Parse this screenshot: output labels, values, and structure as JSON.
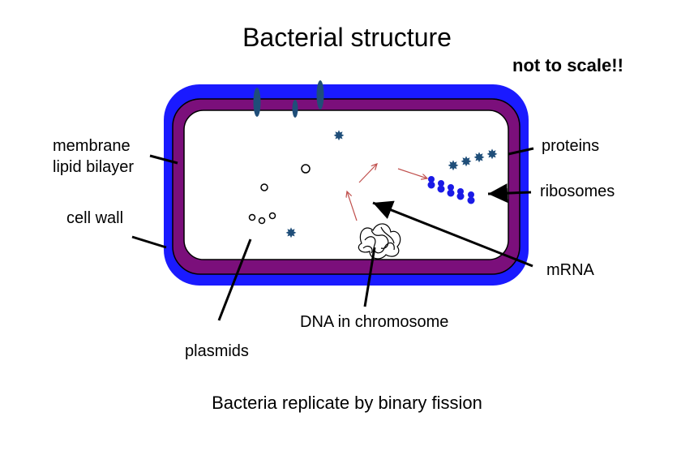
{
  "title": "Bacterial structure",
  "note": "not to scale!!",
  "labels": {
    "membrane_line1": "membrane",
    "membrane_line2": "lipid bilayer",
    "cell_wall": "cell wall",
    "proteins": "proteins",
    "ribosomes": "ribosomes",
    "mrna": "mRNA",
    "dna": "DNA in chromosome",
    "plasmids": "plasmids"
  },
  "caption": "Bacteria replicate by binary fission",
  "colors": {
    "cell_wall": "#1a1aff",
    "membrane": "#7b0f7b",
    "protein": "#1f4e79",
    "ribosome": "#1a1ae6",
    "mrna_arrow": "#c0504d"
  }
}
